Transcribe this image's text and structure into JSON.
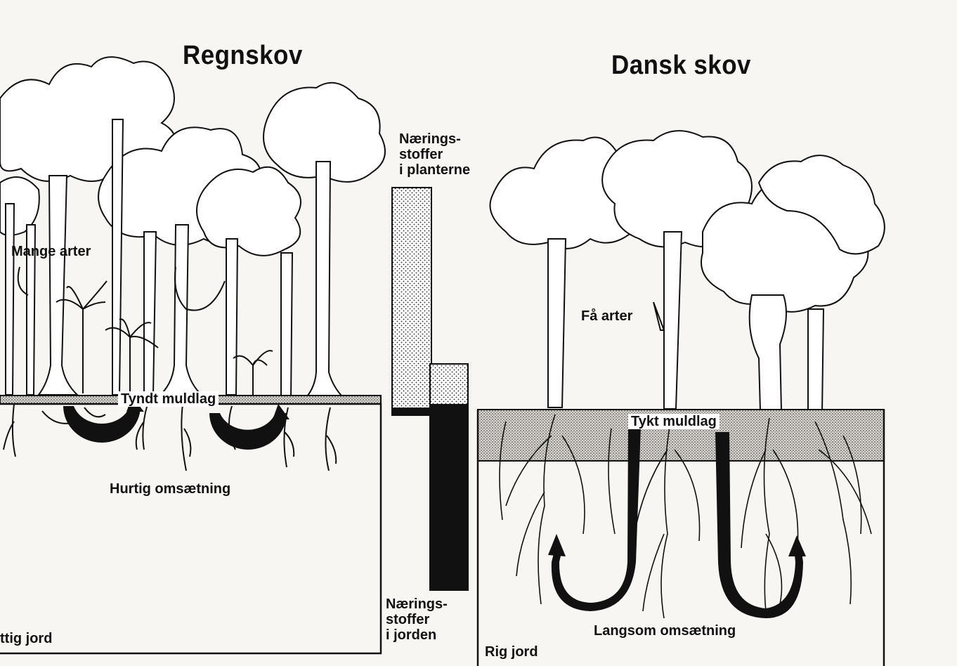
{
  "rainforest": {
    "title": "Regnskov",
    "species_label": "Mange arter",
    "soil_layer_label": "Tyndt muldlag",
    "cycle_label": "Hurtig omsætning",
    "soil_label": "ttig jord"
  },
  "danish_forest": {
    "title": "Dansk skov",
    "species_label": "Få arter",
    "soil_layer_label": "Tykt muldlag",
    "cycle_label": "Langsom omsætning",
    "soil_label": "Rig jord"
  },
  "center": {
    "plants_label": "Nærings-\nstoffer\ni planterne",
    "soil_nutrients_label": "Nærings-\nstoffer\ni jorden"
  },
  "nutrient_bars": {
    "rainforest": {
      "in_plants_share": 0.97,
      "in_soil_share": 0.03
    },
    "danish_forest": {
      "in_plants_share": 0.18,
      "in_soil_share": 0.82
    }
  },
  "colors": {
    "ink": "#111111",
    "paper": "#f7f6f3",
    "soil": "#e6e3dc"
  }
}
